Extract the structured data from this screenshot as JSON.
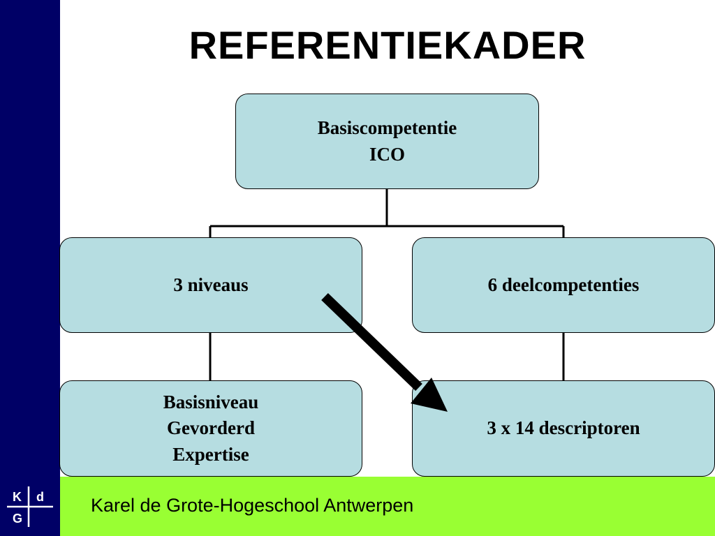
{
  "title": "REFERENTIEKADER",
  "diagram": {
    "root": {
      "lines": [
        "Basiscompetentie",
        "ICO"
      ]
    },
    "left": {
      "label": "3 niveaus"
    },
    "right": {
      "label": "6 deelcompetenties"
    },
    "left_child": {
      "lines": [
        "Basisniveau",
        "Gevorderd",
        "Expertise"
      ]
    },
    "right_child": {
      "label": "3 x 14 descriptoren"
    }
  },
  "footer": {
    "institution": "Karel de Grote-Hogeschool Antwerpen",
    "logo_letters": {
      "top_left": "K",
      "top_right": "d",
      "bottom_left": "G"
    }
  },
  "colors": {
    "sidebar": "#000066",
    "footer": "#99ff33",
    "node_fill": "#b6dde1"
  }
}
